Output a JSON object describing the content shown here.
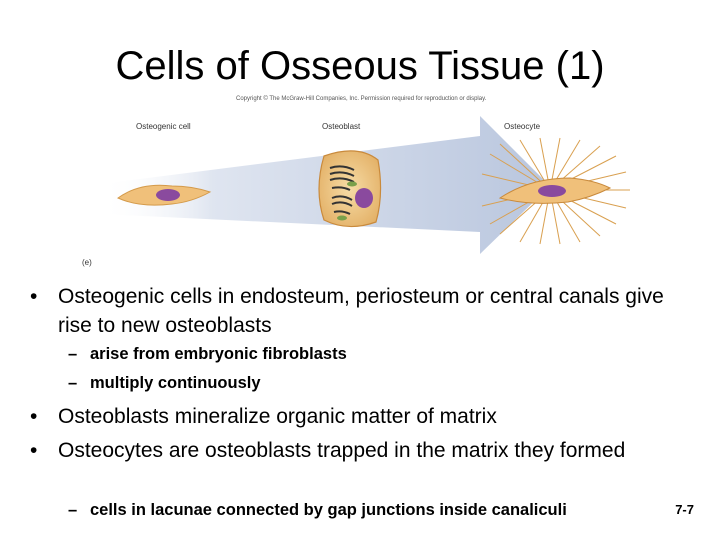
{
  "slide": {
    "title": "Cells of Osseous Tissue (1)",
    "page_number": "7-7"
  },
  "figure": {
    "copyright": "Copyright © The McGraw-Hill Companies, Inc. Permission required for reproduction or display.",
    "labels": [
      "Osteogenic cell",
      "Osteoblast",
      "Osteocyte"
    ],
    "part_label": "(e)",
    "colors": {
      "arrow": "#c9d3e6",
      "cell_body": "#f2c886",
      "nucleus": "#8a4a9e"
    }
  },
  "bullets": [
    {
      "text": "Osteogenic cells in endosteum, periosteum or central canals give rise to new osteoblasts",
      "sub": [
        "arise from embryonic fibroblasts",
        "multiply continuously"
      ]
    },
    {
      "text": "Osteoblasts mineralize organic matter of  matrix",
      "sub": []
    },
    {
      "text": "Osteocytes are osteoblasts trapped in the matrix they formed",
      "sub": [
        "cells in lacunae connected by gap junctions inside canaliculi"
      ]
    }
  ],
  "symbols": {
    "bullet": "•",
    "dash": "–"
  }
}
